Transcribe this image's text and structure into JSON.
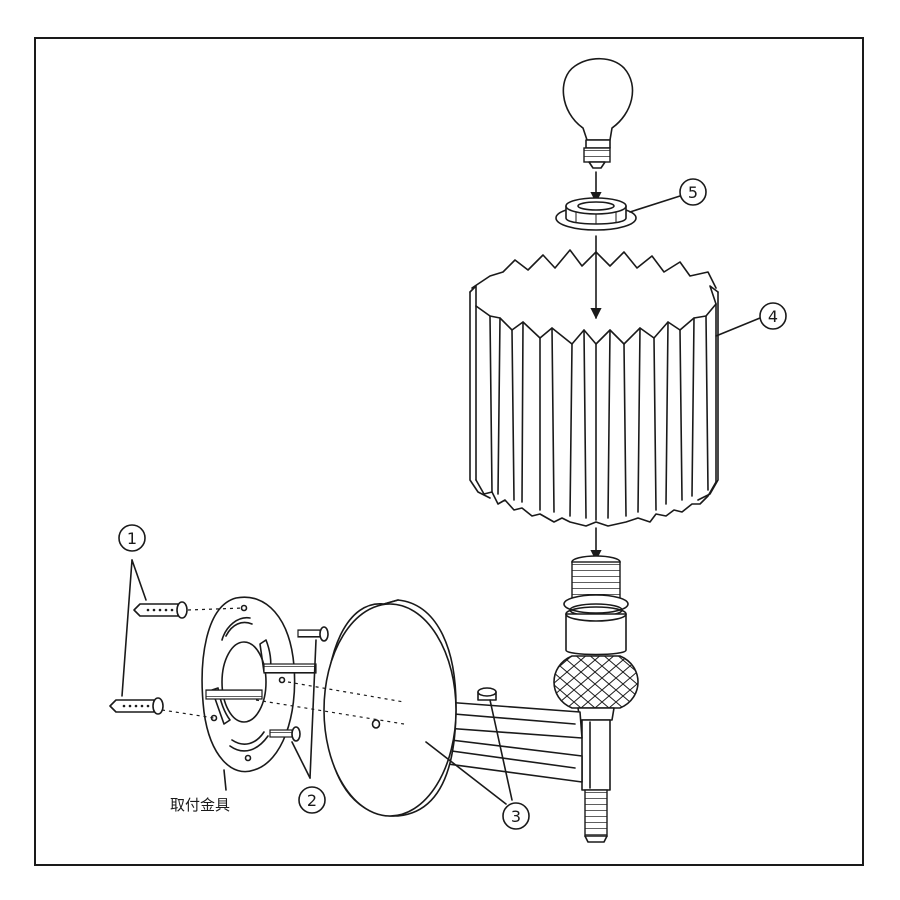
{
  "figure": {
    "labels": {
      "callout_1": "1",
      "callout_2": "2",
      "callout_3": "3",
      "callout_4": "4",
      "callout_5": "5",
      "mounting_bracket": "取付金具"
    }
  },
  "colors": {
    "line": "#1a1a1a",
    "background": "#ffffff"
  }
}
